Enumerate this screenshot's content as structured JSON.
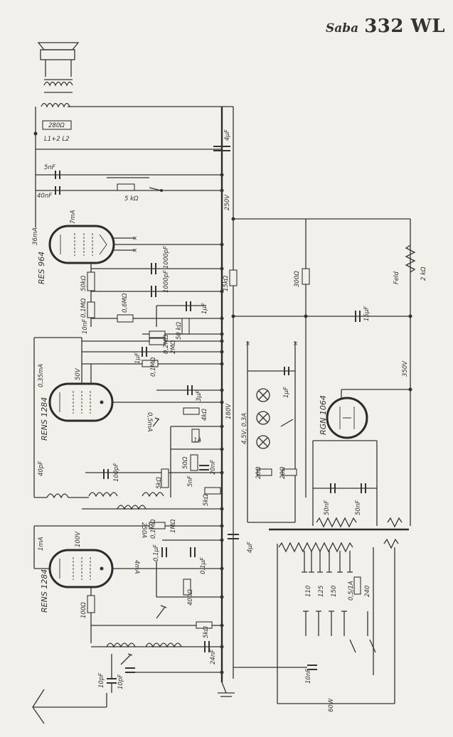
{
  "title": {
    "brand": "Saba",
    "model": "332 WL"
  },
  "tubes": [
    "RES 964",
    "RENS 1284",
    "RENS 1284",
    "RGN 1064"
  ],
  "labels": {
    "t1_cathode_r": "50kΩ",
    "t1_grid_r": "0,1MΩ",
    "t1_cap1": "1000pF",
    "t1_cap2": "1000pF",
    "t1_anode_i": "7mA",
    "t1_plate_i": "36mA",
    "out_cap": "5nF",
    "out_cap2": "40nF",
    "spk_r": "280Ω",
    "spk_l": "L1+2 L2",
    "tone_r": "5 kΩ",
    "b250": "250V",
    "r15k": "15kΩ",
    "c4uF_top": "4µF",
    "r300": "300Ω",
    "field": "Feld",
    "field_r": "2 kΩ",
    "c15uF": "15µF",
    "b350": "350V",
    "r06M": "0,6MΩ",
    "c10nF": "10nF",
    "c1uF_a": "1µF",
    "r50k_b": "50 kΩ",
    "c1uF_b": "1µF",
    "r02M_a": "0,2MΩ",
    "r2M": "2MΩ",
    "t2_ia": "0,35mA",
    "t2_v": "50V",
    "r01M_b": "0,1MΩ",
    "c05mA": "0,5mA",
    "c180V": "180V",
    "c3uF": "3µF",
    "r4k": "4kΩ",
    "lamp_spec": "4,5V; 0,3A",
    "c1uF_c": "1µF",
    "r1A": "1A",
    "c100pF_a": "100pF",
    "c40pF": "40pF",
    "r50_b": "50Ω",
    "c5nF_b": "5nF",
    "c20nF": "20nF",
    "r5k": "5kΩ",
    "r20a": "20Ω",
    "r20b": "20Ω",
    "c50nF_a": "50nF",
    "c50nF_b": "50nF",
    "c250A": "250A",
    "r01M_c": "0,1MΩ",
    "r1M": "1MΩ",
    "t3_ia": "1mA",
    "t3_v": "100V",
    "c01uF_a": "0,1µF",
    "c4mA": "4mA",
    "c01uF_b": "0,1µF",
    "r400": "400Ω",
    "r100_c": "100Ω",
    "r5kb": "5kΩ",
    "c24nF": "24nF",
    "c10pF_a": "10pF",
    "c10pF_b": "10pF",
    "c4uF_b": "4µF",
    "v110": "110",
    "v125": "125",
    "v150": "150",
    "fuse": "0,5/1A",
    "v240": "240",
    "c10nF_b": "10nF",
    "w60": "60W"
  },
  "colors": {
    "ink": "#333333",
    "paper": "#f1f0ea"
  }
}
